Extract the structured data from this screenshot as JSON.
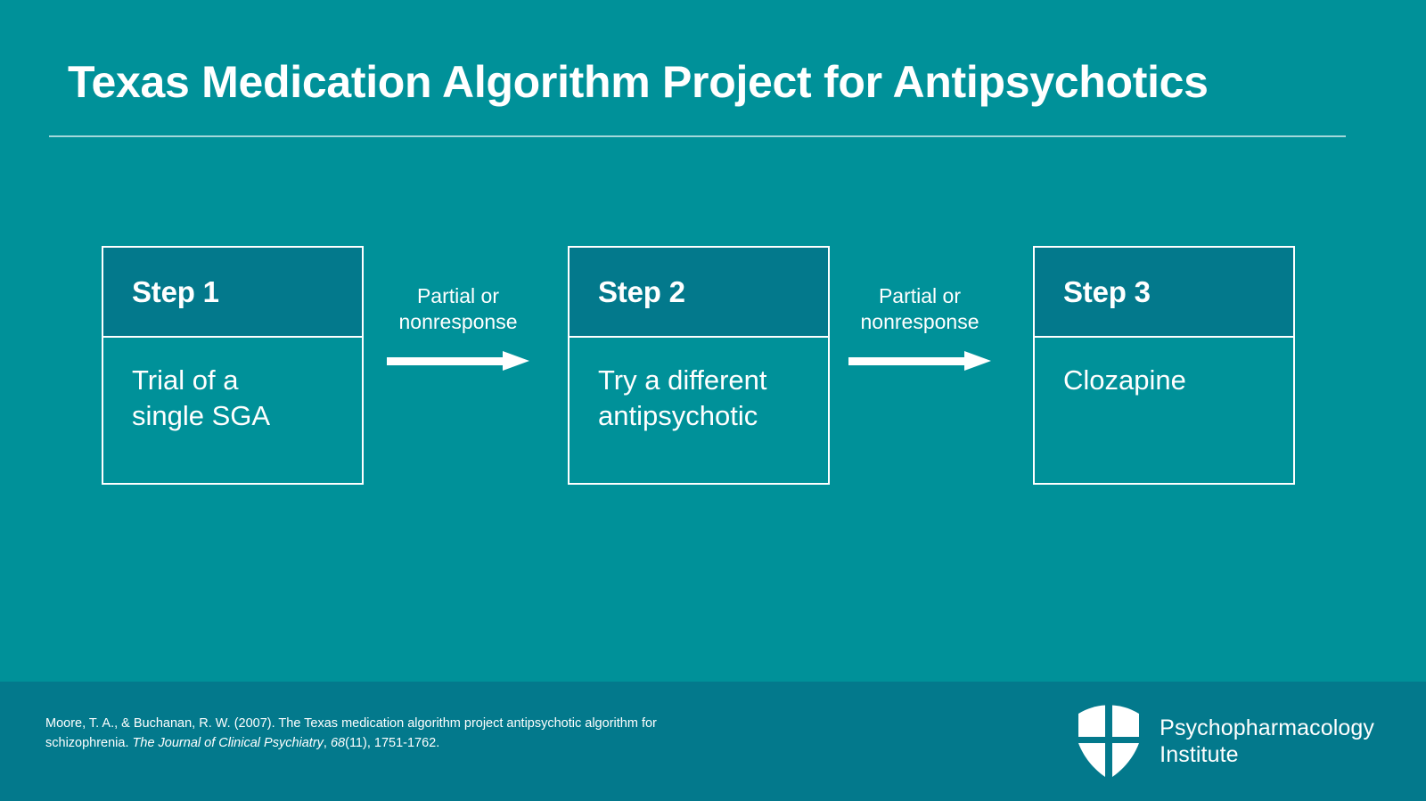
{
  "slide": {
    "title": "Texas Medication Algorithm Project for Antipsychotics",
    "background_color": "#009199",
    "footer_color": "#03798C",
    "accent_color": "#ffffff"
  },
  "diagram": {
    "type": "flowchart",
    "orientation": "left-to-right",
    "steps": [
      {
        "header": "Step 1",
        "body": "Trial of a\nsingle SGA"
      },
      {
        "header": "Step 2",
        "body": "Try a different\nantipsychotic"
      },
      {
        "header": "Step 3",
        "body": "Clozapine"
      }
    ],
    "connectors": [
      {
        "label": "Partial or\nnonresponse",
        "icon": "right-arrow"
      },
      {
        "label": "Partial or\nnonresponse",
        "icon": "right-arrow"
      }
    ]
  },
  "footer": {
    "citation": {
      "part1": "Moore, T. A., & Buchanan, R. W. (2007). The Texas medication algorithm project antipsychotic algorithm for schizophrenia. ",
      "journal": "The Journal of Clinical Psychiatry",
      "part2": ", ",
      "volume": "68",
      "part3": "(11), 1751-1762."
    },
    "brand": {
      "name": "Psychopharmacology\nInstitute",
      "logo": "shield-logo"
    }
  }
}
